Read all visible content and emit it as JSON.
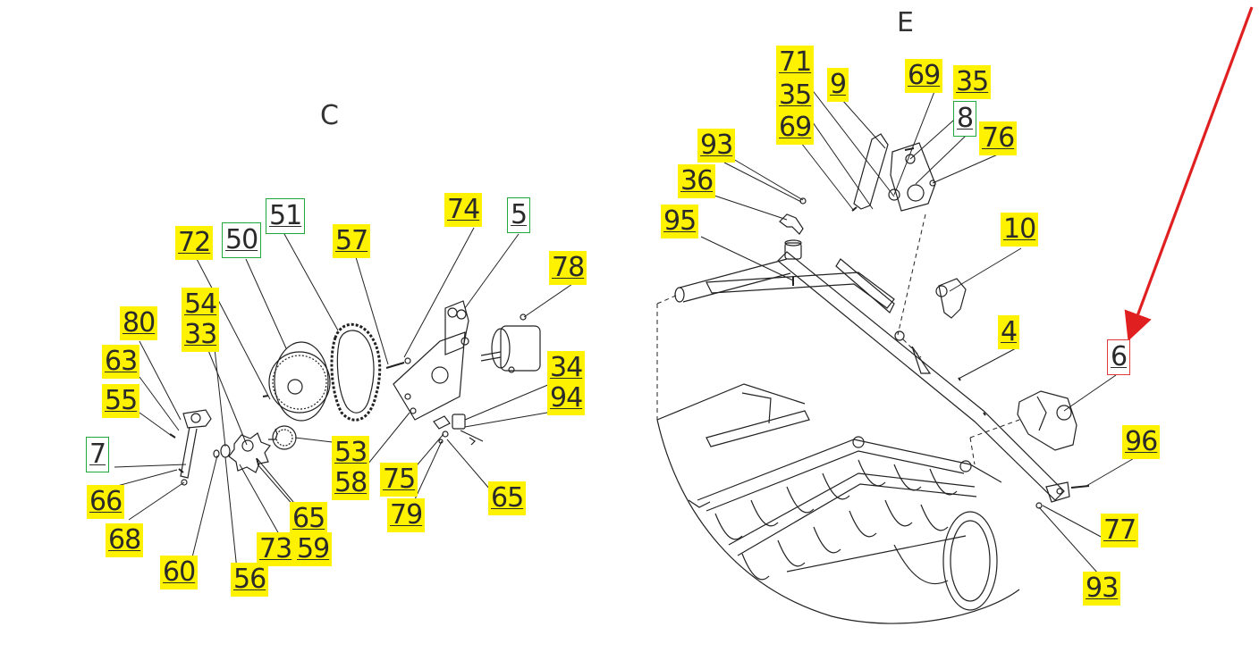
{
  "sections": {
    "c": "C",
    "e": "E"
  },
  "colors": {
    "highlight": "#fff200",
    "green_box": "#22a83a",
    "red_box": "#e03a3a",
    "arrow": "#e02020",
    "line": "#222222"
  },
  "callouts_c": [
    {
      "id": "c72",
      "label": "72",
      "style": "hl"
    },
    {
      "id": "c50",
      "label": "50",
      "style": "green"
    },
    {
      "id": "c51",
      "label": "51",
      "style": "green"
    },
    {
      "id": "c57",
      "label": "57",
      "style": "hl"
    },
    {
      "id": "c74",
      "label": "74",
      "style": "hl"
    },
    {
      "id": "c5",
      "label": "5",
      "style": "green"
    },
    {
      "id": "c78",
      "label": "78",
      "style": "hl"
    },
    {
      "id": "c54",
      "label": "54",
      "style": "hl"
    },
    {
      "id": "c33",
      "label": "33",
      "style": "hl"
    },
    {
      "id": "c80",
      "label": "80",
      "style": "hl"
    },
    {
      "id": "c63",
      "label": "63",
      "style": "hl"
    },
    {
      "id": "c55",
      "label": "55",
      "style": "hl"
    },
    {
      "id": "c7",
      "label": "7",
      "style": "green"
    },
    {
      "id": "c66",
      "label": "66",
      "style": "hl"
    },
    {
      "id": "c68",
      "label": "68",
      "style": "hl"
    },
    {
      "id": "c60",
      "label": "60",
      "style": "hl"
    },
    {
      "id": "c56",
      "label": "56",
      "style": "hl"
    },
    {
      "id": "c73",
      "label": "73",
      "style": "hl"
    },
    {
      "id": "c59",
      "label": "59",
      "style": "hl"
    },
    {
      "id": "c65a",
      "label": "65",
      "style": "hl"
    },
    {
      "id": "c58",
      "label": "58",
      "style": "hl"
    },
    {
      "id": "c53",
      "label": "53",
      "style": "hl"
    },
    {
      "id": "c34",
      "label": "34",
      "style": "hl"
    },
    {
      "id": "c94",
      "label": "94",
      "style": "hl"
    },
    {
      "id": "c75",
      "label": "75",
      "style": "hl"
    },
    {
      "id": "c79",
      "label": "79",
      "style": "hl"
    },
    {
      "id": "c65b",
      "label": "65",
      "style": "hl"
    }
  ],
  "callouts_e": [
    {
      "id": "e71",
      "label": "71",
      "style": "hl"
    },
    {
      "id": "e35a",
      "label": "35",
      "style": "hl"
    },
    {
      "id": "e69a",
      "label": "69",
      "style": "hl"
    },
    {
      "id": "e9",
      "label": "9",
      "style": "hl"
    },
    {
      "id": "e69b",
      "label": "69",
      "style": "hl"
    },
    {
      "id": "e35b",
      "label": "35",
      "style": "hl"
    },
    {
      "id": "e8",
      "label": "8",
      "style": "green"
    },
    {
      "id": "e76",
      "label": "76",
      "style": "hl"
    },
    {
      "id": "e93a",
      "label": "93",
      "style": "hl"
    },
    {
      "id": "e36",
      "label": "36",
      "style": "hl"
    },
    {
      "id": "e95",
      "label": "95",
      "style": "hl"
    },
    {
      "id": "e10",
      "label": "10",
      "style": "hl"
    },
    {
      "id": "e4",
      "label": "4",
      "style": "hl"
    },
    {
      "id": "e6",
      "label": "6",
      "style": "red"
    },
    {
      "id": "e96",
      "label": "96",
      "style": "hl"
    },
    {
      "id": "e77",
      "label": "77",
      "style": "hl"
    },
    {
      "id": "e93b",
      "label": "93",
      "style": "hl"
    }
  ]
}
